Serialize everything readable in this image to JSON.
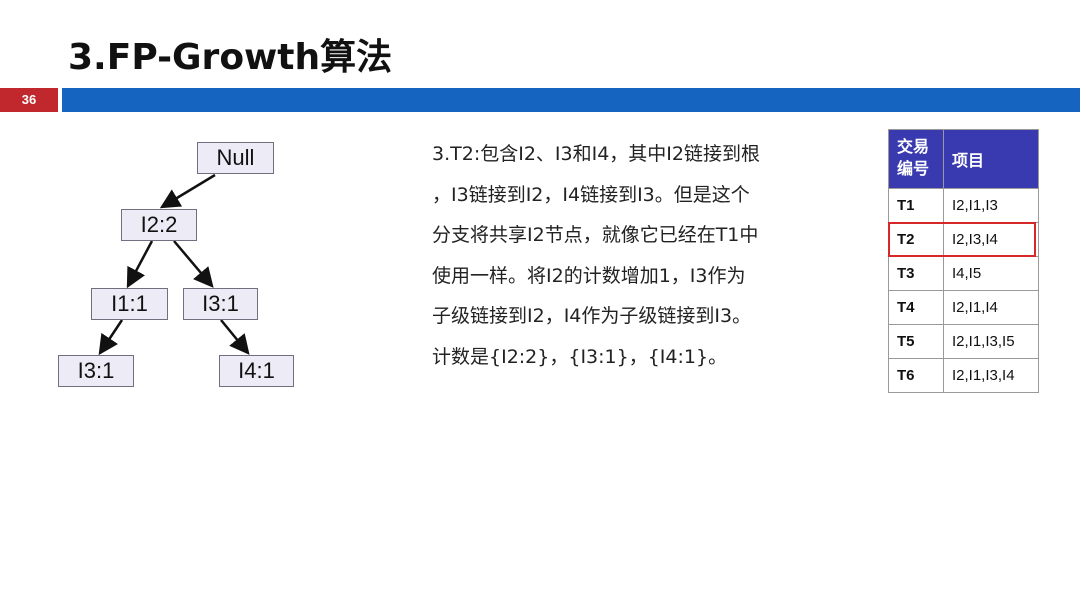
{
  "slide": {
    "title": "3.FP-Growth算法",
    "number": "36",
    "colors": {
      "accent_red": "#c0282d",
      "accent_blue": "#1565c0",
      "table_header": "#3a3ab0",
      "highlight": "#d62828"
    }
  },
  "tree": {
    "root": "Null",
    "i2": "I2:2",
    "i1": "I1:1",
    "i3a": "I3:1",
    "i3b": "I3:1",
    "i4": "I4:1"
  },
  "description": {
    "lines": [
      "3.T2:包含I2、I3和I4，其中I2链接到根",
      "，I3链接到I2，I4链接到I3。但是这个",
      "分支将共享I2节点，就像它已经在T1中",
      "使用一样。将I2的计数增加1，I3作为",
      "子级链接到I2，I4作为子级链接到I3。",
      "计数是{I2:2}，{I3:1}，{I4:1}。"
    ]
  },
  "table": {
    "header_id_line1": "交易",
    "header_id_line2": "编号",
    "header_items": "项目",
    "rows": [
      {
        "id": "T1",
        "items": "I2,I1,I3"
      },
      {
        "id": "T2",
        "items": "I2,I3,I4"
      },
      {
        "id": "T3",
        "items": "I4,I5"
      },
      {
        "id": "T4",
        "items": "I2,I1,I4"
      },
      {
        "id": "T5",
        "items": "I2,I1,I3,I5"
      },
      {
        "id": "T6",
        "items": "I2,I1,I3,I4"
      }
    ],
    "highlighted_row": "T2"
  }
}
